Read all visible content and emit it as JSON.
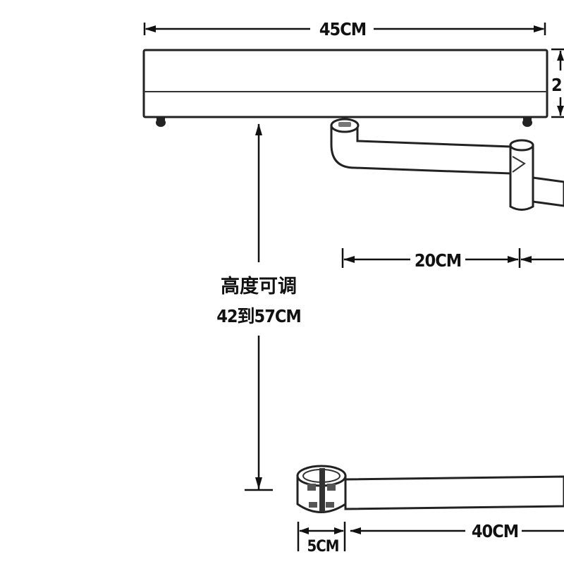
{
  "dimensions": {
    "tray_width": "45CM",
    "tray_height": "2",
    "height_adjust_title": "高度可调",
    "height_adjust_range": "42到57CM",
    "arm_segment": "20CM",
    "clamp_width": "5CM",
    "base_arm_length": "40CM"
  },
  "colors": {
    "line": "#111111",
    "background": "#ffffff"
  }
}
